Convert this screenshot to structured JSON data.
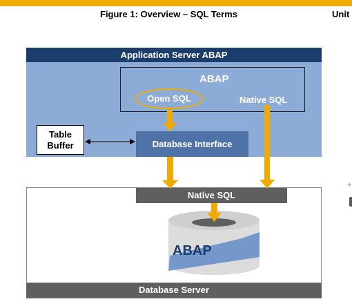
{
  "caption": "Figure 1: Overview – SQL Terms",
  "unit_label": "Unit",
  "app_server": {
    "title": "Application Server ABAP"
  },
  "abap": {
    "title": "ABAP",
    "open_sql": "Open SQL",
    "native_sql": "Native SQL"
  },
  "table_buffer": {
    "line1": "Table",
    "line2": "Buffer"
  },
  "db_interface": "Database Interface",
  "native_sql_bar": "Native SQL",
  "database": {
    "label": "ABAP"
  },
  "db_server": {
    "title": "Database Server"
  },
  "colors": {
    "accent": "#f0ab00",
    "app_header": "#1b3d6b",
    "app_bg": "#8cabd6",
    "db_interface": "#4f73a8",
    "gray_bar": "#5f5f5f"
  }
}
